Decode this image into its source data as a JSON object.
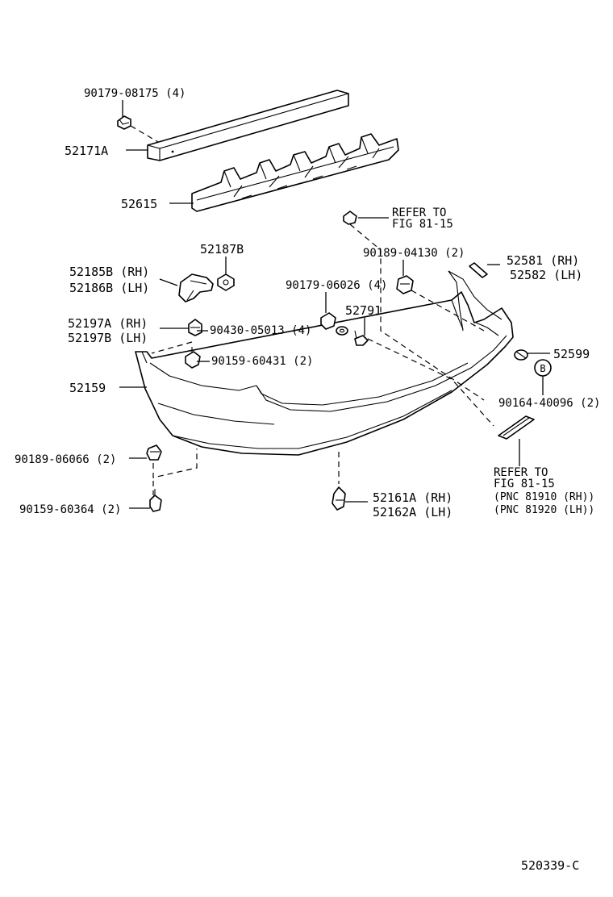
{
  "diagram_code": "520339-C",
  "labels": {
    "p90179_08175": "90179-08175 (4)",
    "p52171A": "52171A",
    "p52615": "52615",
    "p52187B": "52187B",
    "p52185B": "52185B (RH)",
    "p52186B": "52186B (LH)",
    "p52197A": "52197A (RH)",
    "p52197B": "52197B (LH)",
    "p90430_05013": "90430-05013 (4)",
    "p90159_60431": "90159-60431 (2)",
    "p52159": "52159",
    "p90189_06066": "90189-06066 (2)",
    "p90159_60364": "90159-60364 (2)",
    "p90179_06026": "90179-06026 (4)",
    "p52791": "52791",
    "p90189_04130": "90189-04130 (2)",
    "refer_top_1": "REFER TO",
    "refer_top_2": "FIG 81-15",
    "p52581": "52581 (RH)",
    "p52582": "52582 (LH)",
    "p52599": "52599",
    "callout_b": "B",
    "p90164_40096": "90164-40096 (2)",
    "refer_bot_1": "REFER TO",
    "refer_bot_2": "FIG 81-15",
    "refer_bot_3": "(PNC 81910 (RH))",
    "refer_bot_4": "(PNC 81920 (LH))",
    "p52161A": "52161A (RH)",
    "p52162A": "52162A (LH)"
  }
}
